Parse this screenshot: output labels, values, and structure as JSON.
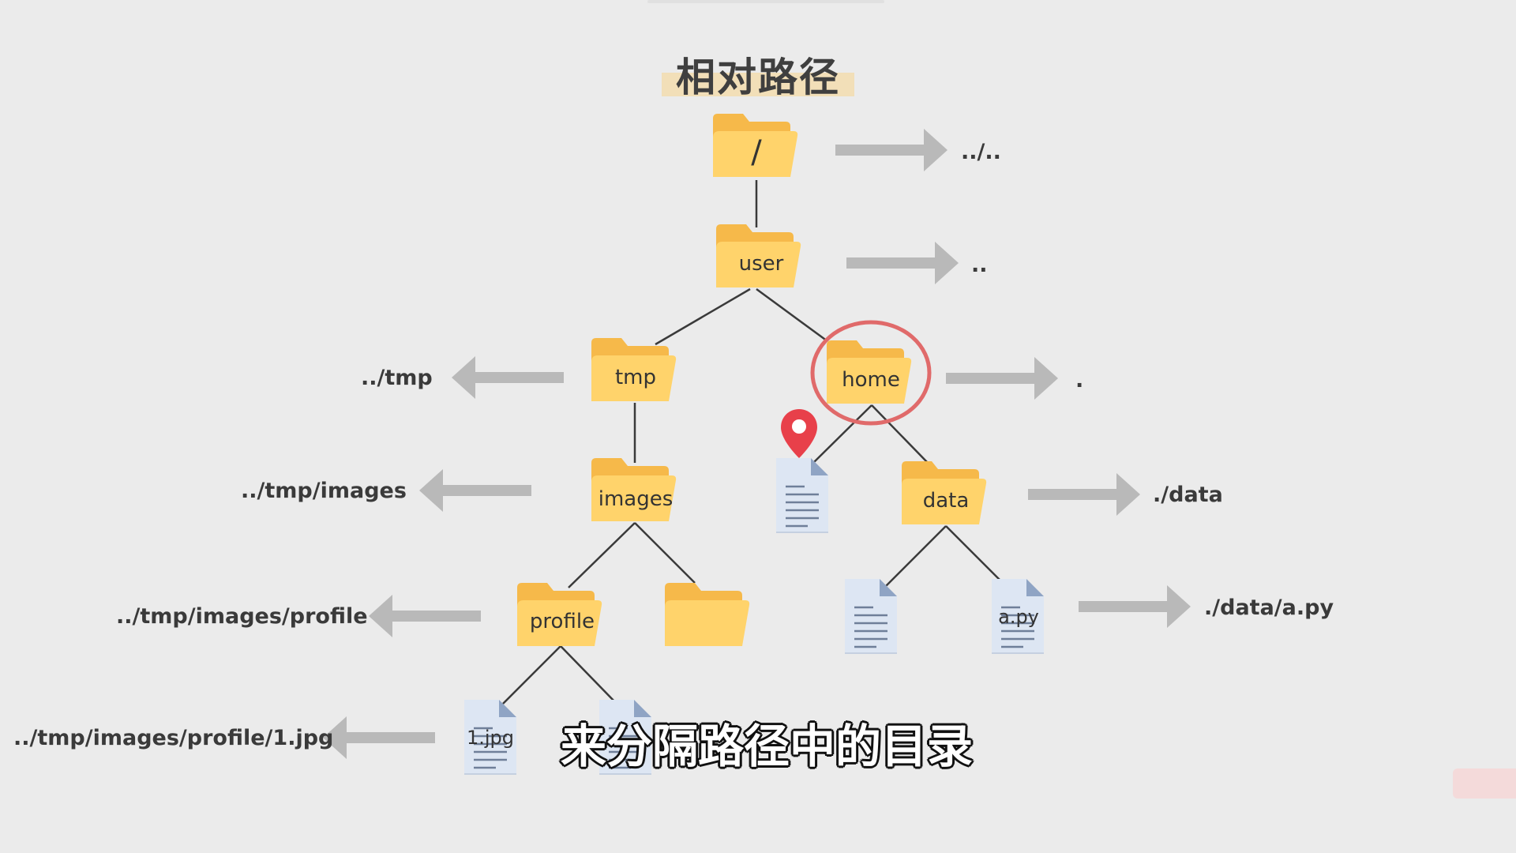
{
  "title": "相对路径",
  "subtitle": "来分隔路径中的目录",
  "folders": {
    "root": "/",
    "user": "user",
    "tmp": "tmp",
    "home": "home",
    "images": "images",
    "data": "data",
    "profile": "profile",
    "unnamed": ""
  },
  "files": {
    "jpg": "1.jpg",
    "py": "a.py"
  },
  "paths": {
    "root": "../..",
    "user": "..",
    "home": ".",
    "tmp": "../tmp",
    "images": "../tmp/images",
    "data": "./data",
    "profile": "../tmp/images/profile",
    "py": "./data/a.py",
    "jpg": "../tmp/images/profile/1.jpg"
  },
  "colors": {
    "folder": "#ffd36b",
    "folder_back": "#f6b94a",
    "arrow": "#b9b9b9",
    "highlight_circle": "#e06a6a",
    "pin": "#e8404a",
    "file": "#dde6f3"
  },
  "icons": [
    "location-pin-icon"
  ]
}
